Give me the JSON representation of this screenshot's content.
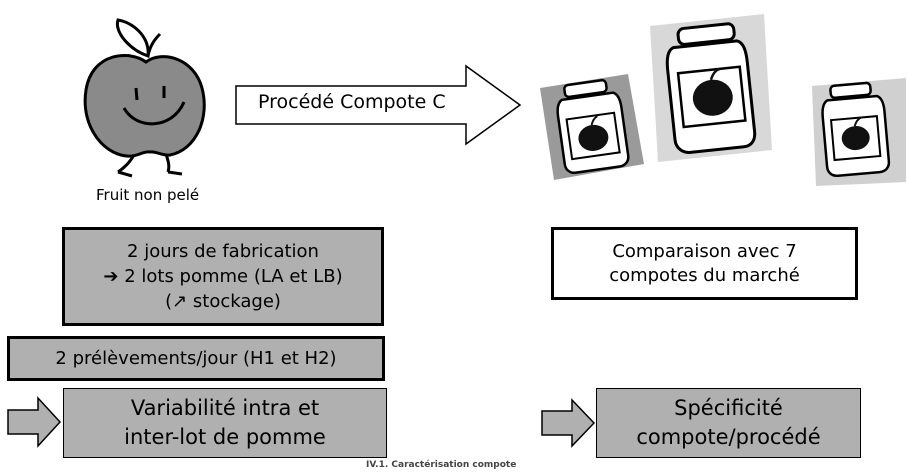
{
  "fruit_caption": "Fruit non pelé",
  "process_label": "Procédé Compote C",
  "fabrication_box": {
    "line1": "2 jours de fabrication",
    "line2": "➔ 2 lots pomme (LA et LB)",
    "line3": "(↗ stockage)"
  },
  "prelevements_box": "2 prélèvements/jour (H1 et H2)",
  "comparison_box": {
    "line1": "Comparaison avec 7",
    "line2": "compotes du marché"
  },
  "result_left": {
    "line1": "Variabilité intra et",
    "line2": "inter-lot de pomme"
  },
  "result_right": {
    "line1": "Spécificité",
    "line2": "compote/procédé"
  },
  "caption": "IV.1. Caractérisation compote",
  "colors": {
    "box_grey": "#b0b0b0",
    "apple_grey": "#8a8a8a",
    "jar_shadow": "#9a9a9a"
  },
  "icons": [
    "apple-character-icon",
    "jar-icon",
    "right-arrow-icon"
  ]
}
